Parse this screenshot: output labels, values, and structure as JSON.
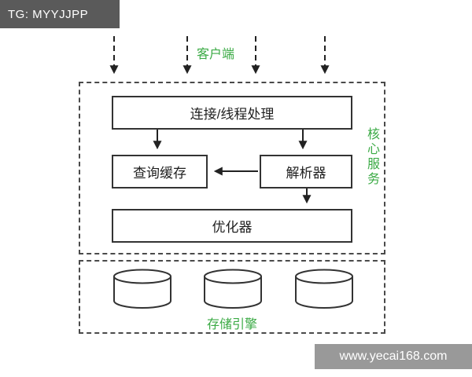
{
  "badge": {
    "text": "TG: MYYJJPP"
  },
  "watermark": {
    "text": "www.yecai168.com"
  },
  "colors": {
    "accent_green": "#3aaa44",
    "line": "#222222",
    "badge_bg": "#5a5a5a",
    "watermark_bg": "rgba(130,130,130,0.82)"
  },
  "diagram": {
    "client_label": "客户端",
    "core_label": "核心服务",
    "storage_label": "存储引擎",
    "nodes": [
      {
        "id": "connection",
        "label": "连接/线程处理"
      },
      {
        "id": "query-cache",
        "label": "查询缓存"
      },
      {
        "id": "parser",
        "label": "解析器"
      },
      {
        "id": "optimizer",
        "label": "优化器"
      }
    ],
    "edges": [
      {
        "from": "client",
        "to": "connection",
        "style": "dashed",
        "count": 4
      },
      {
        "from": "connection",
        "to": "query-cache",
        "style": "solid"
      },
      {
        "from": "connection",
        "to": "parser",
        "style": "solid"
      },
      {
        "from": "parser",
        "to": "query-cache",
        "style": "solid"
      },
      {
        "from": "parser",
        "to": "optimizer",
        "style": "solid"
      }
    ],
    "storage_cylinders": 3
  }
}
